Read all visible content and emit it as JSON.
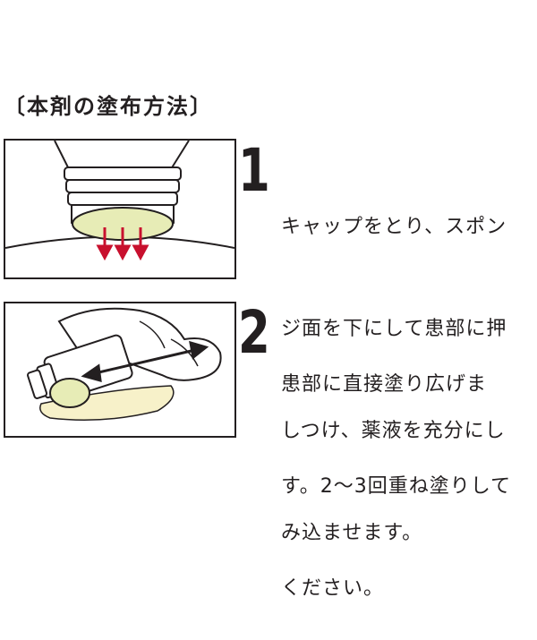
{
  "heading": "〔本剤の塗布方法〕",
  "steps": [
    {
      "number": "1",
      "lines": [
        "キャップをとり、スポン",
        "ジ面を下にして患部に押",
        "しつけ、薬液を充分にし",
        "み込ませます。"
      ]
    },
    {
      "number": "2",
      "lines": [
        "患部に直接塗り広げま",
        "す。2～3回重ね塗りして",
        "ください。"
      ]
    }
  ],
  "colors": {
    "ink": "#231f20",
    "sponge": "#e7ecb6",
    "arrow_red": "#c8102e",
    "liquid": "#f7f1c9"
  }
}
